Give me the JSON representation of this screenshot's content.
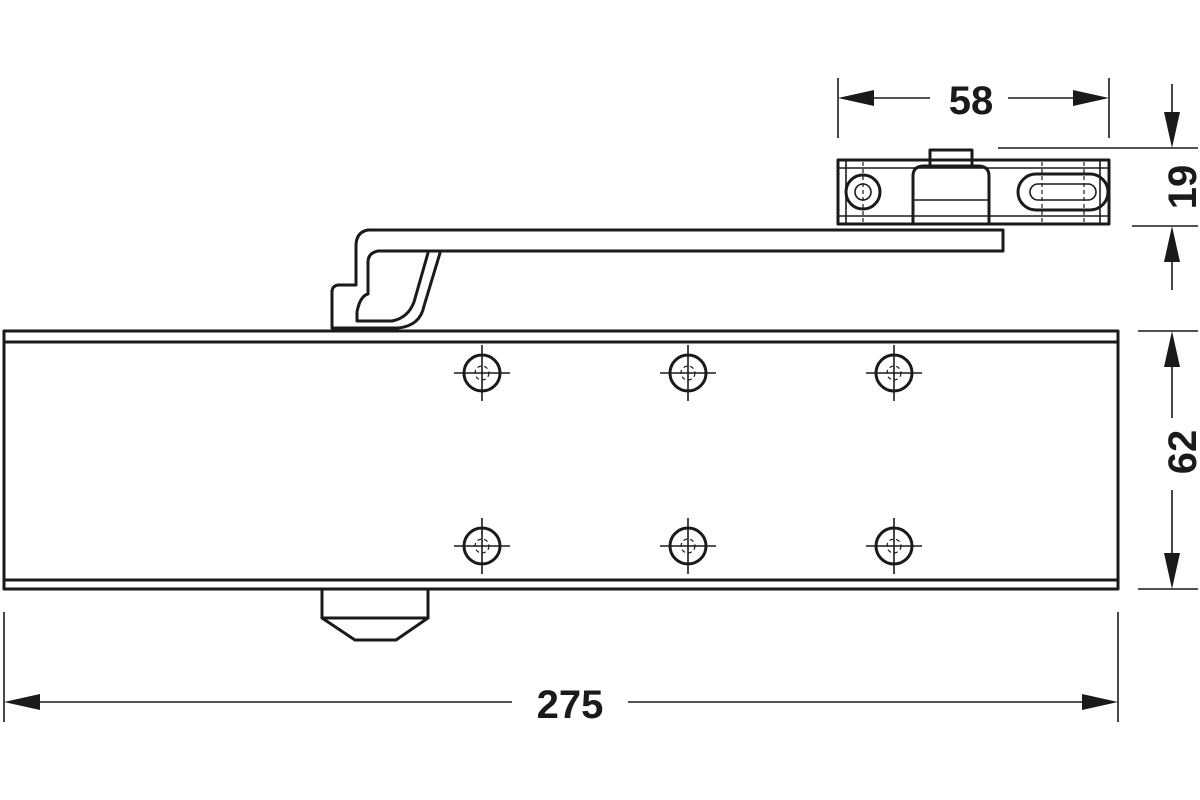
{
  "dimensions": {
    "total_length": "275",
    "body_height": "62",
    "bracket_width": "58",
    "bracket_height": "19"
  },
  "colors": {
    "line": "#1a1a1a",
    "background": "#ffffff"
  }
}
